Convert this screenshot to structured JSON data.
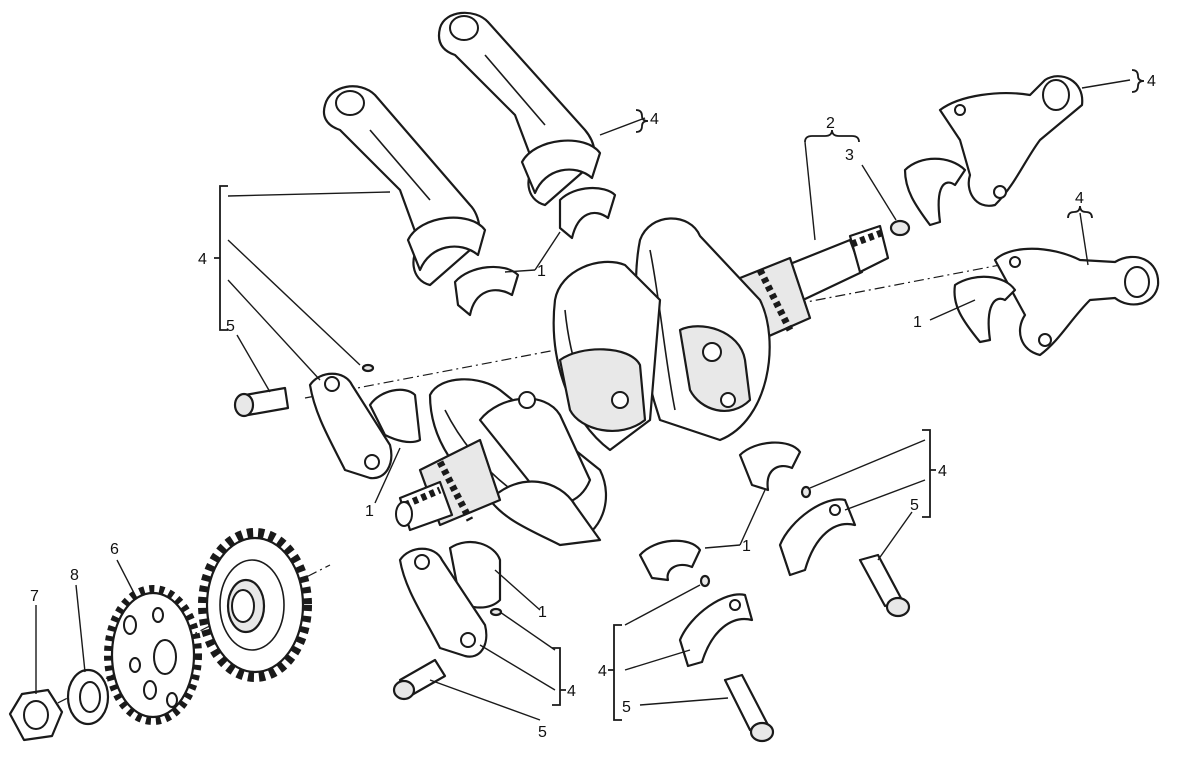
{
  "parts": {
    "bearing_shell": "1",
    "crankshaft": "2",
    "plug": "3",
    "connecting_rod": "4",
    "screw": "5",
    "gear": "6",
    "washer": "8",
    "nut": "7"
  },
  "icons": [
    "crankshaft-icon",
    "connecting-rod-icon",
    "gear-icon",
    "nut-icon",
    "washer-icon",
    "bolt-icon",
    "bearing-shell-icon"
  ]
}
